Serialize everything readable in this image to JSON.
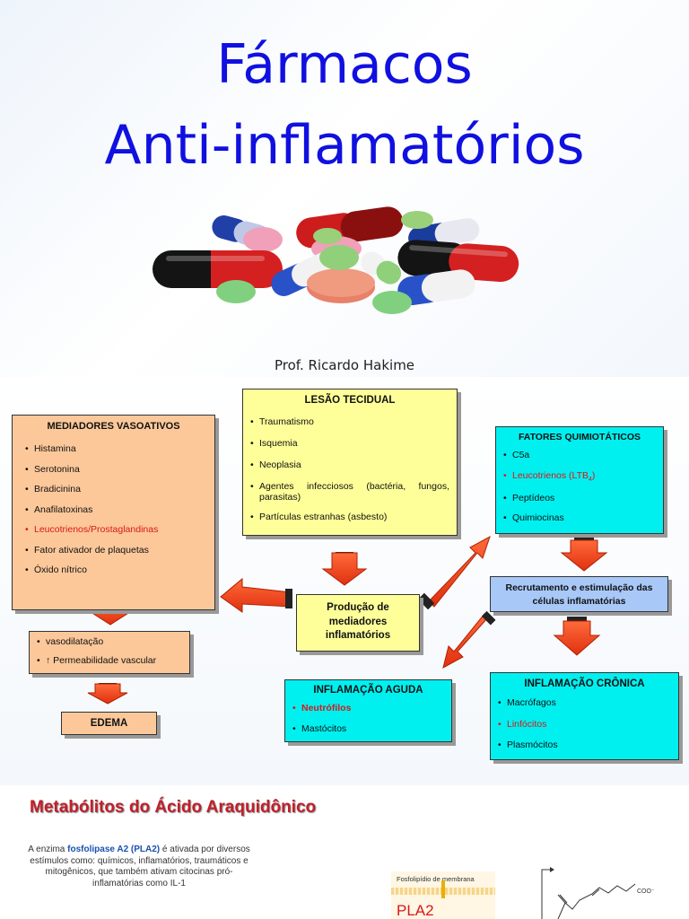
{
  "slide1": {
    "title_line1": "Fármacos",
    "title_line2": "Anti-inflamatórios",
    "author": "Prof. Ricardo Hakime"
  },
  "lesao": {
    "title": "LESÃO TECIDUAL",
    "items": [
      "Traumatismo",
      "Isquemia",
      "Neoplasia",
      "Agentes infecciosos (bactéria, fungos, parasitas)",
      "Partículas estranhas (asbesto)"
    ]
  },
  "mediadores": {
    "title": "MEDIADORES VASOATIVOS",
    "items": [
      "Histamina",
      "Serotonina",
      "Bradicinina",
      "Anafilatoxinas",
      "Leucotrienos/Prostaglandinas",
      "Fator ativador de plaquetas",
      "Óxido nítrico"
    ]
  },
  "vaso": {
    "items": [
      "vasodilatação",
      "↑ Permeabilidade vascular"
    ]
  },
  "edema": {
    "label": "EDEMA"
  },
  "producao": {
    "label": "Produção de mediadores inflamatórios"
  },
  "fatores": {
    "title": "FATORES QUIMIOTÁTICOS",
    "items": [
      "C5a",
      "Leucotrienos (LTB",
      "Peptídeos",
      "Quimiocinas"
    ],
    "ltb_sub": "4",
    "ltb_close": ")"
  },
  "recrutamento": {
    "label": "Recrutamento e estimulação das células inflamatórias"
  },
  "aguda": {
    "title": "INFLAMAÇÃO AGUDA",
    "items": [
      "Neutrófilos",
      "Mastócitos"
    ]
  },
  "cronica": {
    "title": "INFLAMAÇÃO CRÔNICA",
    "items": [
      "Macrófagos",
      "Linfócitos",
      "Plasmócitos"
    ]
  },
  "slide3": {
    "title": "Metabólitos do Ácido Araquidônico",
    "body_pre": "A enzima ",
    "body_enzyme": "fosfolipase A2 (PLA2)",
    "body_post": " é ativada por diversos estímulos como: químicos, inflamatórios, traumáticos e mitogênicos, que também ativam citocinas pró-inflamatórias como IL-1",
    "membrane_label": "Fosfolipídio de membrana",
    "pla2_label": "PLA2",
    "coo_label": "COO⁻"
  },
  "colors": {
    "title_blue": "#1010e0",
    "highlight_red": "#d81818",
    "lesao_bg": "#ffff99",
    "mediadores_bg": "#fcc89a",
    "cyan_bg": "#00f0f0",
    "recrutamento_bg": "#a8c8f8"
  }
}
